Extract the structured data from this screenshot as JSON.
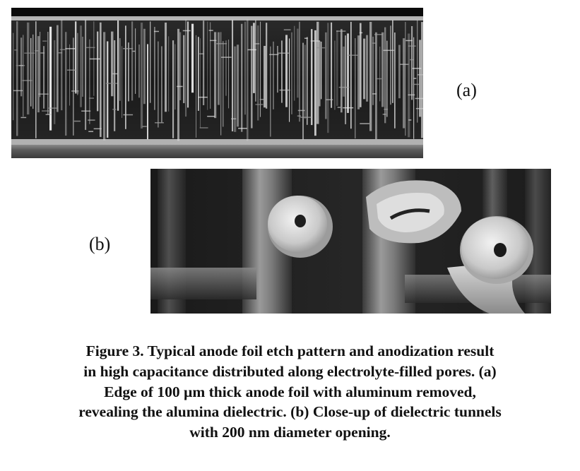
{
  "figure": {
    "panel_a": {
      "label": "(a)"
    },
    "panel_b": {
      "label": "(b)"
    },
    "caption_lines": [
      "Figure 3.  Typical anode foil etch pattern and anodization result",
      "in high capacitance distributed along electrolyte-filled pores. (a)",
      "Edge of 100 µm thick anode foil with aluminum removed,",
      "revealing the alumina dielectric. (b) Close-up of dielectric tunnels",
      "with 200 nm diameter opening."
    ]
  }
}
